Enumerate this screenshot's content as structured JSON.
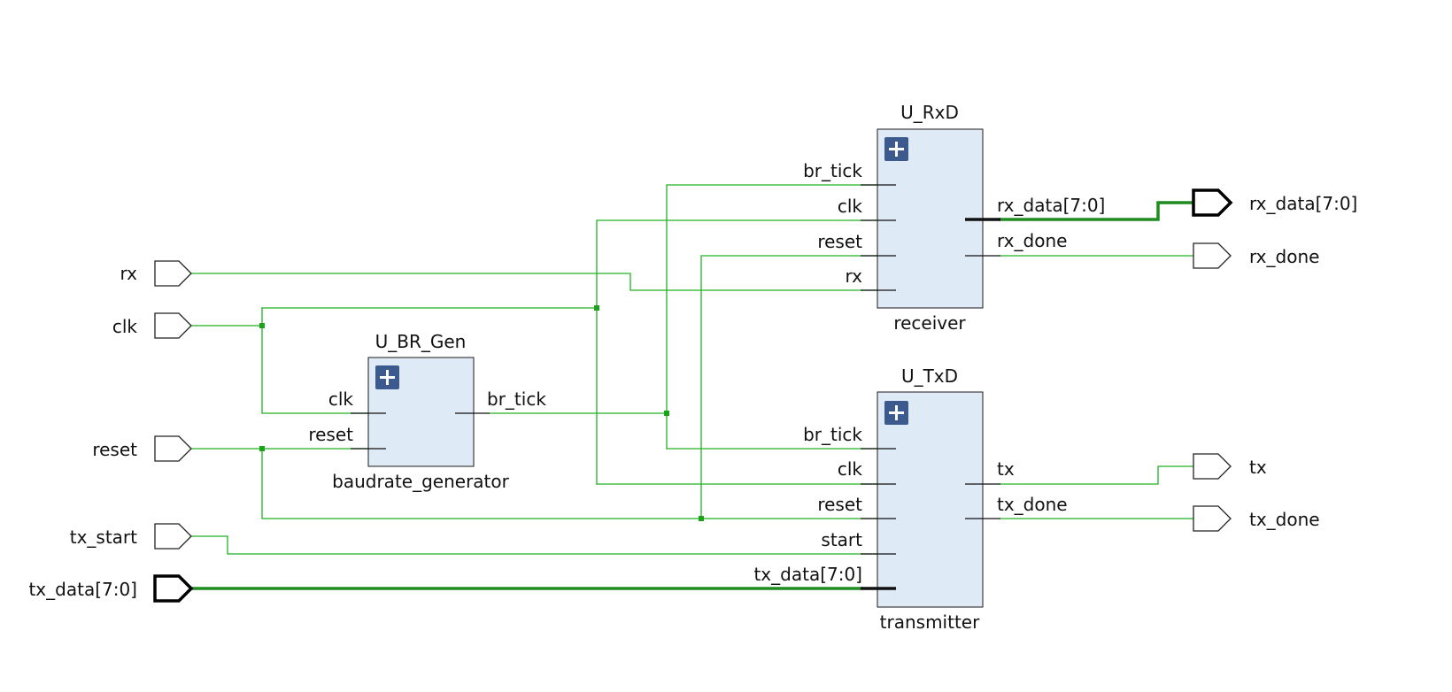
{
  "colors": {
    "wire": "#22b022",
    "bus_wire": "#1e8c1e",
    "junction": "#19a319",
    "block_fill": "#deebf7",
    "expand_button": "#3d5a8f",
    "port_outline": "#222222"
  },
  "ports": {
    "rx": "rx",
    "clk": "clk",
    "reset": "reset",
    "tx_start": "tx_start",
    "tx_data": "tx_data[7:0]",
    "rx_data": "rx_data[7:0]",
    "rx_done": "rx_done",
    "tx": "tx",
    "tx_done": "tx_done"
  },
  "blocks": {
    "br_gen": {
      "instance": "U_BR_Gen",
      "module": "baudrate_generator",
      "icon": "expand-plus-icon",
      "pins": {
        "clk": "clk",
        "reset": "reset",
        "br_tick": "br_tick"
      }
    },
    "rxd": {
      "instance": "U_RxD",
      "module": "receiver",
      "icon": "expand-plus-icon",
      "pins": {
        "br_tick": "br_tick",
        "clk": "clk",
        "reset": "reset",
        "rx": "rx",
        "rx_data": "rx_data[7:0]",
        "rx_done": "rx_done"
      }
    },
    "txd": {
      "instance": "U_TxD",
      "module": "transmitter",
      "icon": "expand-plus-icon",
      "pins": {
        "br_tick": "br_tick",
        "clk": "clk",
        "reset": "reset",
        "start": "start",
        "tx_data": "tx_data[7:0]",
        "tx": "tx",
        "tx_done": "tx_done"
      }
    }
  }
}
